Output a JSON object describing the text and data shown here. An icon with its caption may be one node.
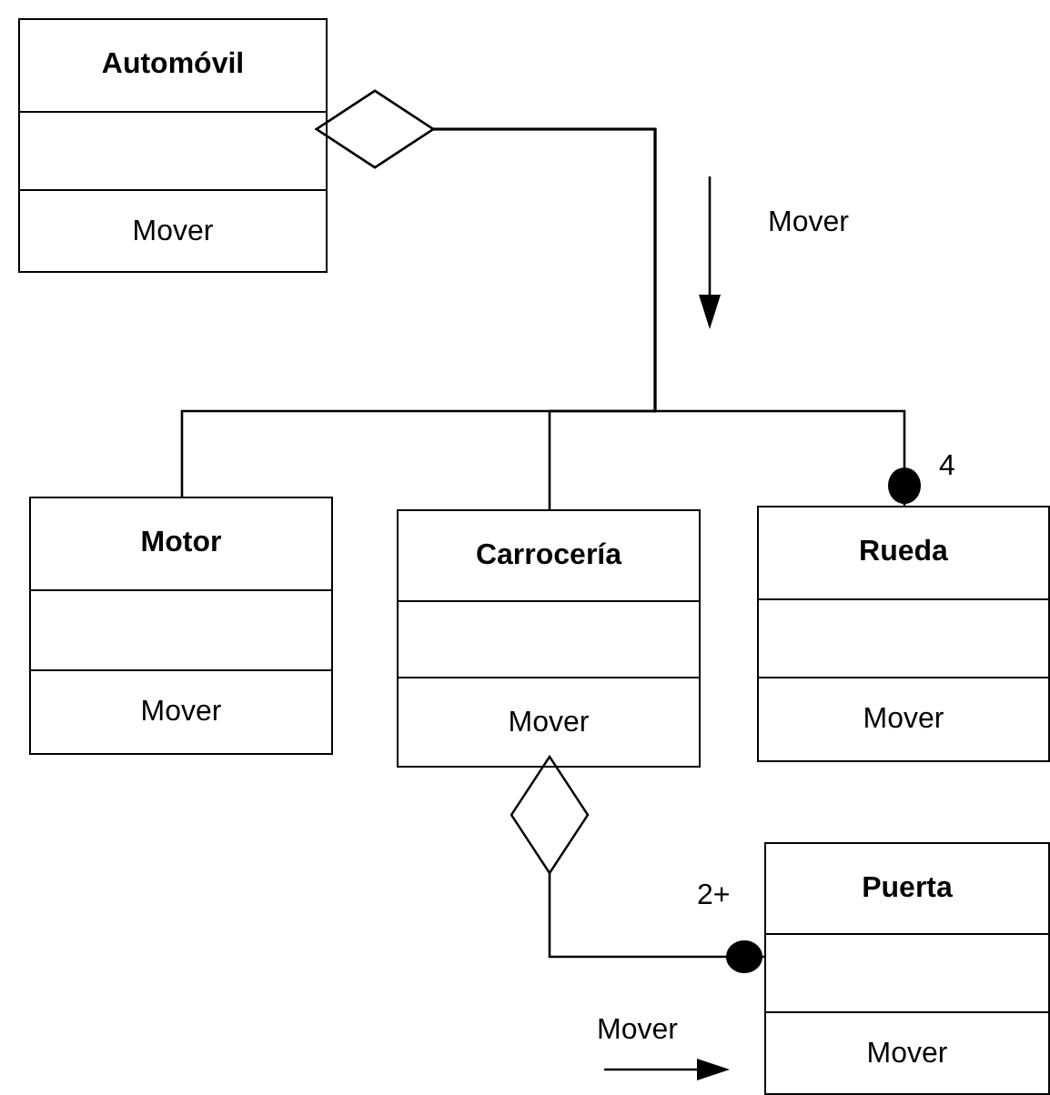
{
  "diagram": {
    "nodes": [
      {
        "text": [
          "Automóvil",
          "Mover"
        ]
      },
      {
        "text": [
          "Motor",
          "Mover"
        ]
      },
      {
        "text": [
          "Carrocería",
          "Mover"
        ]
      },
      {
        "text": [
          "Rueda",
          "Mover"
        ]
      },
      {
        "text": [
          "Puerta",
          "Mover"
        ]
      }
    ],
    "edges": [
      {
        "from": 0,
        "to": 1,
        "arrow": "other"
      },
      {
        "from": 0,
        "to": 2,
        "arrow": "other"
      },
      {
        "from": 0,
        "to": 3,
        "arrow": "other"
      },
      {
        "from": 2,
        "to": 4,
        "arrow": "other"
      }
    ],
    "labels": [
      "Mover",
      "4",
      "2+",
      "Mover"
    ]
  }
}
